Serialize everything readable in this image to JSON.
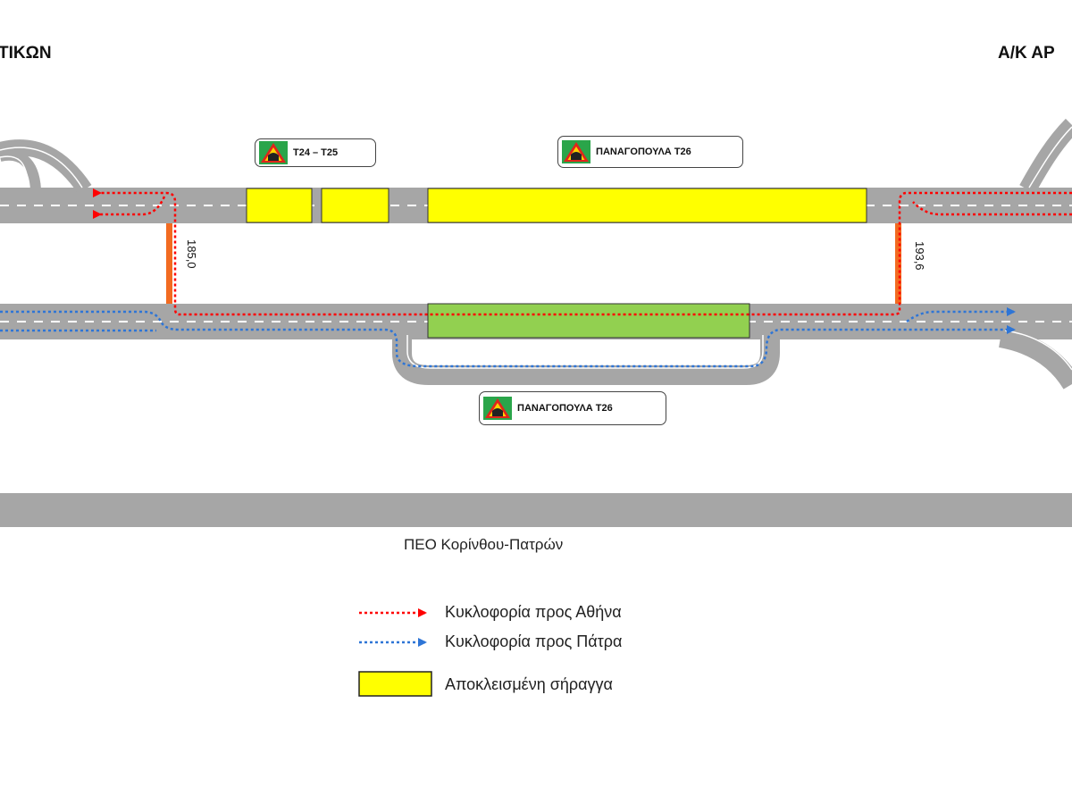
{
  "header": {
    "left_title": "ΤΙΚΩΝ",
    "right_title": "Α/Κ ΑΡ"
  },
  "signs": [
    {
      "label": "Τ24 – Τ25",
      "icon": "tunnel-warning-icon"
    },
    {
      "label": "ΠΑΝΑΓΟΠΟΥΛΑ Τ26",
      "icon": "tunnel-warning-icon"
    },
    {
      "label": "ΠΑΝΑΓΟΠΟΥΛΑ Τ26",
      "icon": "tunnel-warning-icon"
    }
  ],
  "crossovers": [
    {
      "km": "185,0"
    },
    {
      "km": "193,6"
    }
  ],
  "old_road_label": "ΠΕΟ Κορίνθου-Πατρών",
  "legend": [
    {
      "label": "Κυκλοφορία προς Αθήνα",
      "kind": "red-dotted-arrow"
    },
    {
      "label": "Κυκλοφορία προς Πάτρα",
      "kind": "blue-dotted-arrow"
    },
    {
      "label": "Αποκλεισμένη σήραγγα",
      "kind": "yellow-box"
    }
  ],
  "colors": {
    "road": "#a6a6a6",
    "lane_mark": "#ffffff",
    "closed_tunnel": "#ffff00",
    "open_tunnel": "#92d050",
    "to_athens": "#ff0000",
    "to_patras": "#2e75d6",
    "crossover": "#f26b21"
  }
}
